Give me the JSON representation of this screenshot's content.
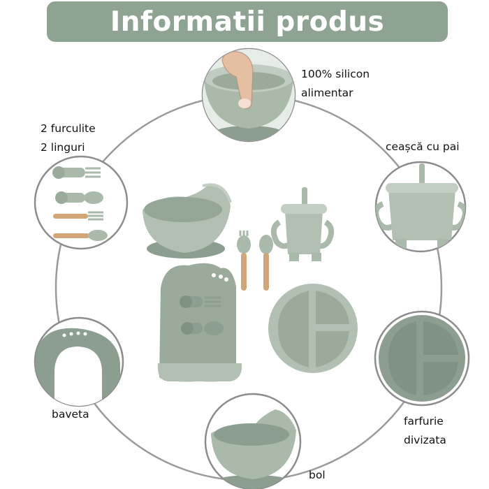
{
  "header": {
    "title": "Informatii produs"
  },
  "features": {
    "silicone": {
      "line1": "100% silicon",
      "line2": "alimentar"
    },
    "cup": {
      "label": "ceașcă cu pai"
    },
    "cutlery": {
      "line1": "2 furculite",
      "line2": "2 linguri"
    },
    "bib": {
      "label": "baveta"
    },
    "plate": {
      "line1": "farfurie",
      "line2": "divizata"
    },
    "bowl": {
      "label": "bol"
    }
  },
  "colors": {
    "header": "#8fa393",
    "silicone": "#a9b9aa",
    "silicone_dark": "#8c9e8f",
    "wood": "#d2a677",
    "ring": "#8c8c8c"
  }
}
